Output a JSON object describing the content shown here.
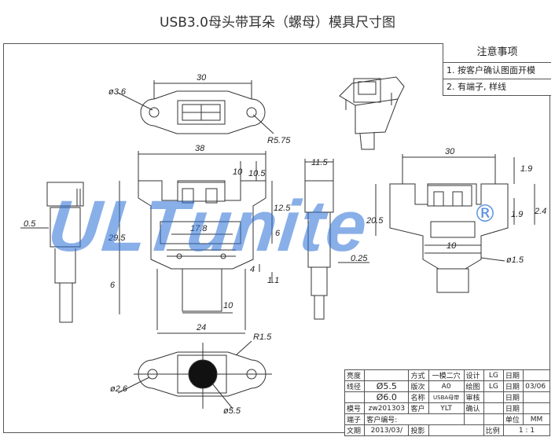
{
  "title": "USB3.0母头带耳朵（螺母）模具尺寸图",
  "notes": {
    "heading": "注意事项",
    "items": [
      "1. 按客户确认图面开模",
      "2. 有端子, 样线"
    ]
  },
  "dimensions": {
    "top_width": "30",
    "top_hole": "ø3.6",
    "top_radius": "R5.75",
    "front_width": "38",
    "front_d10": "10",
    "front_d105": "10.5",
    "front_d125": "12.5",
    "front_d295": "29.5",
    "front_d178": "17.8",
    "front_d6a": "6",
    "front_d4": "4",
    "front_d11": "1.1",
    "front_d6b": "6",
    "front_d10b": "10",
    "front_d24": "24",
    "left_d05": "0.5",
    "side_d115": "11.5",
    "side_d205": "20.5",
    "side_d025": "0.25",
    "right_d30": "30",
    "right_d19a": "1.9",
    "right_d19b": "1.9",
    "right_d24": "2.4",
    "right_d10": "10",
    "right_d15": "ø1.5",
    "bottom_r15": "R1.5",
    "bottom_d26": "ø2.6",
    "bottom_d55": "ø5.5"
  },
  "watermark": {
    "text": "ULTunite",
    "mark": "®"
  },
  "title_block": {
    "r1": [
      "亮度",
      "",
      "方式",
      "一模二穴",
      "设计",
      "LG",
      "日期",
      ""
    ],
    "r2": [
      "线径",
      "Ø5.5",
      "版次",
      "A0",
      "绘图",
      "LG",
      "日期",
      "03/06"
    ],
    "r2b": [
      "",
      "Ø6.0",
      "名称",
      "USBA母带",
      "审核",
      "",
      "日期",
      ""
    ],
    "r3": [
      "模号",
      "zw201303",
      "客户",
      "YLT",
      "确认",
      "",
      "日期",
      ""
    ],
    "r4": [
      "端子",
      "客户编号:",
      "",
      "",
      "单位",
      "MM"
    ],
    "r5": [
      "文期",
      "2013/03/",
      "投影",
      "",
      "比例",
      "1 : 1"
    ]
  }
}
